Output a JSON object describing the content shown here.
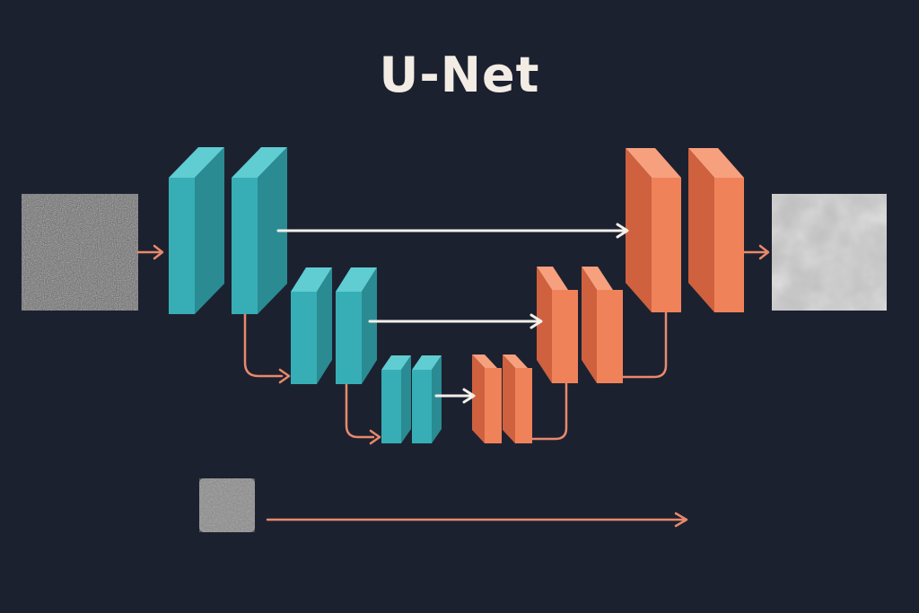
{
  "title": "U-Net",
  "colors": {
    "background": "#1c2130",
    "title": "#f2ece4",
    "encoder": "#37aeb5",
    "decoder": "#f0825a",
    "skip_arrow": "#f4efe9",
    "path_arrow": "#e9896b"
  },
  "blocks": {
    "encoder_level1": 2,
    "encoder_level2": 2,
    "encoder_level3": 2,
    "decoder_level3": 2,
    "decoder_level2": 2,
    "decoder_level1": 2
  },
  "images": {
    "input": "noisy-input-image",
    "output": "denoised-output-image",
    "legend": "noise-sample-square"
  }
}
